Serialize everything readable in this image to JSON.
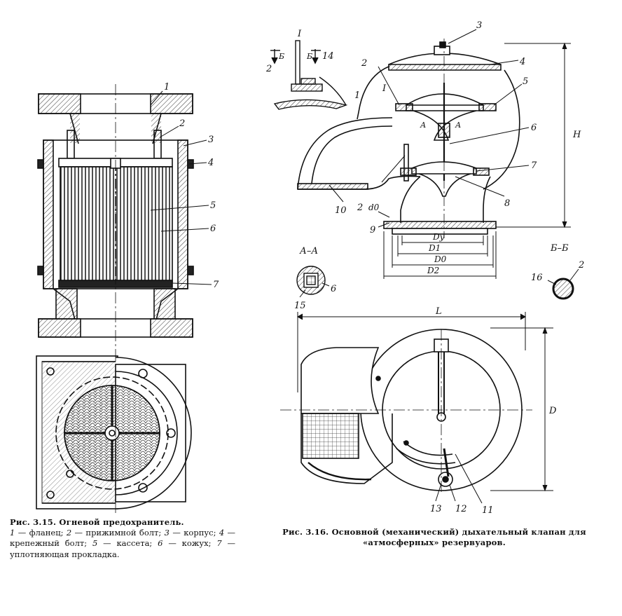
{
  "figure_315": {
    "callouts": [
      "1",
      "2",
      "3",
      "4",
      "5",
      "6",
      "7"
    ],
    "caption_title": "Рис. 3.15. Огневой предохранитель.",
    "legend": [
      {
        "num": "1",
        "text": "фланец;"
      },
      {
        "num": "2",
        "text": "прижимной болт;"
      },
      {
        "num": "3",
        "text": "корпус;"
      },
      {
        "num": "4",
        "text": "крепежный болт;"
      },
      {
        "num": "5",
        "text": "кассета;"
      },
      {
        "num": "6",
        "text": "кожух;"
      },
      {
        "num": "7",
        "text": "уплотняющая прокладка."
      }
    ]
  },
  "figure_316": {
    "callouts": [
      "1",
      "2",
      "3",
      "4",
      "5",
      "6",
      "7",
      "8",
      "9",
      "10",
      "11",
      "12",
      "13",
      "14",
      "15",
      "16"
    ],
    "section_labels": {
      "view_i": "I",
      "b": "Б",
      "a": "А",
      "section_aa": "А–А",
      "section_bb": "Б–Б"
    },
    "dimensions": {
      "H": "H",
      "L": "L",
      "D": "D",
      "Dy": "Dу",
      "D1": "D1",
      "D0": "D0",
      "D2": "D2",
      "d0": "d0"
    },
    "caption_title": "Рис. 3.16. Основной (механический) дыхательный клапан для «атмосферных» резервуаров."
  }
}
